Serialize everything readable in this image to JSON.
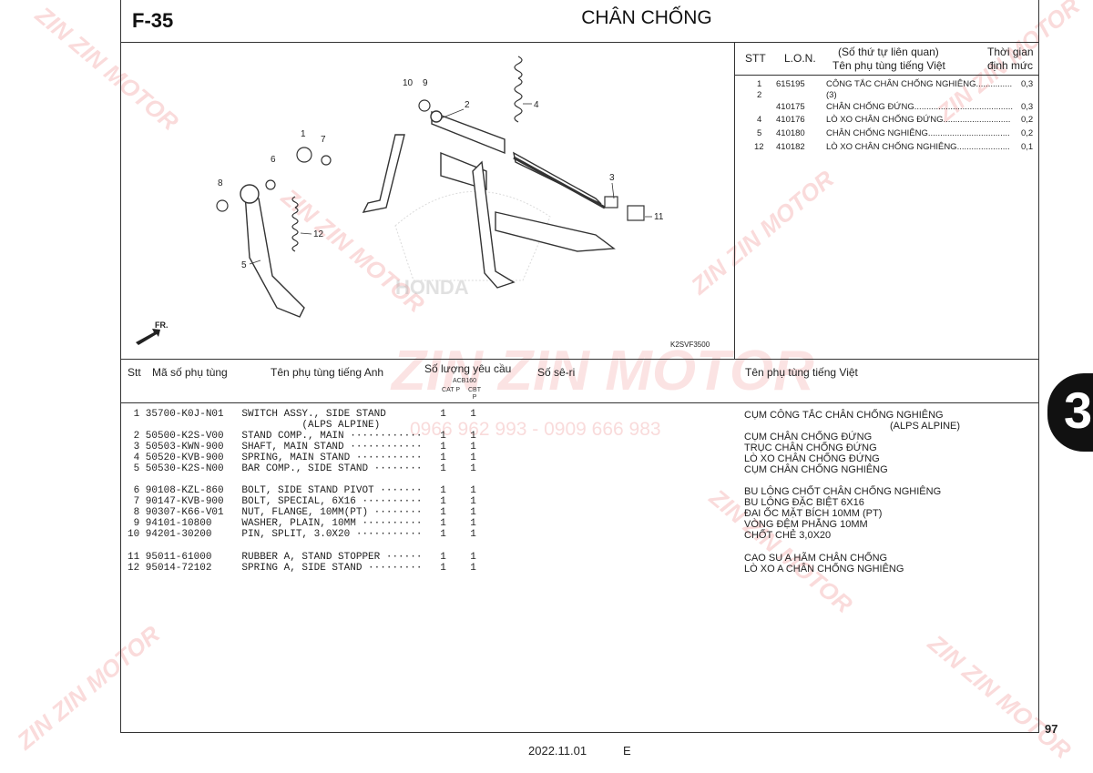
{
  "header": {
    "code": "F-35",
    "title": "CHÂN CHỐNG"
  },
  "diagram": {
    "callouts": [
      "1",
      "2",
      "3",
      "4",
      "5",
      "6",
      "7",
      "8",
      "9",
      "10",
      "11",
      "12"
    ],
    "ref_code": "K2SVF3500",
    "fr_label": "FR.",
    "logo_text": "HONDA"
  },
  "lon_table": {
    "headers": {
      "stt": "STT",
      "lon": "L.O.N.",
      "desc_line1": "(Số thứ tự liên quan)",
      "desc_line2": "Tên phụ tùng tiếng Việt",
      "time_line1": "Thời gian",
      "time_line2": "định mức"
    },
    "rows": [
      {
        "stt": "1",
        "lon": "615195",
        "desc": "CÔNG TẮC CHÂN CHỐNG NGHIÊNG...............",
        "time": "0,3"
      },
      {
        "stt": "2",
        "lon": "",
        "desc": "(3)",
        "time": ""
      },
      {
        "stt": "",
        "lon": "410175",
        "desc": "CHÂN CHỐNG ĐỨNG.........................................",
        "time": "0,3"
      },
      {
        "stt": "4",
        "lon": "410176",
        "desc": "LÒ XO CHÂN CHỐNG ĐỨNG............................",
        "time": "0,2"
      },
      {
        "stt": "5",
        "lon": "410180",
        "desc": "CHÂN CHỐNG NGHIÊNG..................................",
        "time": "0,2"
      },
      {
        "stt": "12",
        "lon": "410182",
        "desc": "LÒ XO CHÂN CHỐNG NGHIÊNG......................",
        "time": "0,1"
      }
    ]
  },
  "parts_table": {
    "headers": {
      "stt": "Stt",
      "part_no": "Mã số phụ tùng",
      "name_en": "Tên phụ tùng tiếng Anh",
      "qty": "Số lượng yêu cầu",
      "qty_model": "ACB160",
      "qty_col1": "CAT P",
      "qty_col2": "CBT P",
      "serial": "Số sê-ri",
      "name_vi": "Tên phụ tùng tiếng Việt"
    },
    "rows": [
      {
        "line": " 1 35700-K0J-N01   SWITCH ASSY., SIDE STAND         1    1",
        "vi": "CỤM CÔNG TẮC CHÂN CHỐNG NGHIÊNG"
      },
      {
        "line": "                             (ALPS ALPINE)",
        "vi": "(ALPS ALPINE)"
      },
      {
        "line": " 2 50500-K2S-V00   STAND COMP., MAIN ············   1    1",
        "vi": "CỤM CHÂN CHỐNG ĐỨNG"
      },
      {
        "line": " 3 50503-KWN-900   SHAFT, MAIN STAND ············   1    1",
        "vi": "TRỤC CHÂN CHỐNG ĐỨNG"
      },
      {
        "line": " 4 50520-KVB-900   SPRING, MAIN STAND ···········   1    1",
        "vi": "LÒ XO CHÂN CHỐNG ĐỨNG"
      },
      {
        "line": " 5 50530-K2S-N00   BAR COMP., SIDE STAND ········   1    1",
        "vi": "CỤM CHÂN CHỐNG NGHIÊNG"
      },
      {
        "line": " 6 90108-KZL-860   BOLT, SIDE STAND PIVOT ·······   1    1",
        "vi": "BU LÔNG CHỐT CHÂN CHỐNG NGHIÊNG"
      },
      {
        "line": " 7 90147-KVB-900   BOLT, SPECIAL, 6X16 ··········   1    1",
        "vi": "BU LÔNG ĐẶC BIỆT 6X16"
      },
      {
        "line": " 8 90307-K66-V01   NUT, FLANGE, 10MM(PT) ········   1    1",
        "vi": "ĐAI ỐC MẶT BÍCH 10MM (PT)"
      },
      {
        "line": " 9 94101-10800     WASHER, PLAIN, 10MM ··········   1    1",
        "vi": "VÒNG ĐỆM PHẲNG 10MM"
      },
      {
        "line": "10 94201-30200     PIN, SPLIT, 3.0X20 ···········   1    1",
        "vi": "CHỐT CHẺ 3,0X20"
      },
      {
        "line": "11 95011-61000     RUBBER A, STAND STOPPER ······   1    1",
        "vi": "CAO SU A HÃM CHÂN CHỐNG"
      },
      {
        "line": "12 95014-72102     SPRING A, SIDE STAND ·········   1    1",
        "vi": "LÒ XO A CHÂN CHỐNG NGHIÊNG"
      }
    ]
  },
  "footer": {
    "date": "2022.11.01",
    "edition": "E",
    "page": "97",
    "section_tab": "3"
  },
  "watermark": {
    "brand": "ZIN ZIN MOTOR",
    "phone": "0966 962 993 - 0909 666 983"
  }
}
